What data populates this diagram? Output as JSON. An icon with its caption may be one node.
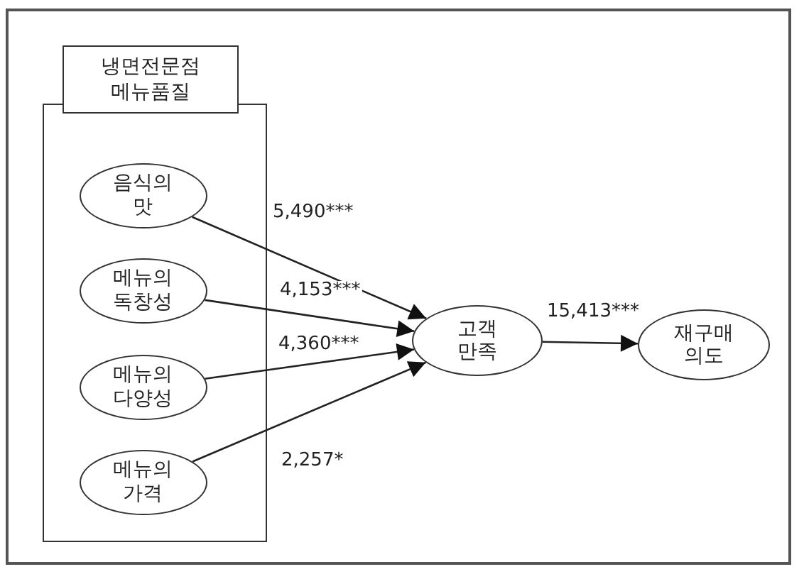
{
  "diagram": {
    "nodes": [
      {
        "text": [
          "냉면전문점 메뉴품질"
        ]
      },
      {
        "text": [
          "음식의 맛"
        ],
        "in": 0
      },
      {
        "text": [
          "메뉴의 독창성"
        ],
        "in": 0
      },
      {
        "text": [
          "메뉴의 다양성"
        ],
        "in": 0
      },
      {
        "text": [
          "메뉴의 가격"
        ],
        "in": 0
      },
      {
        "text": [
          "고객 만족"
        ]
      },
      {
        "text": [
          "재구매 의도"
        ]
      }
    ],
    "edges": [
      {
        "from": 1,
        "to": 5,
        "arrow": "to",
        "label": "5,490***"
      },
      {
        "from": 2,
        "to": 5,
        "arrow": "to",
        "label": "4,153***"
      },
      {
        "from": 3,
        "to": 5,
        "arrow": "to",
        "label": "4,360***"
      },
      {
        "from": 4,
        "to": 5,
        "arrow": "to",
        "label": "2,257*"
      },
      {
        "from": 5,
        "to": 6,
        "arrow": "to",
        "label": "15,413***"
      }
    ]
  }
}
